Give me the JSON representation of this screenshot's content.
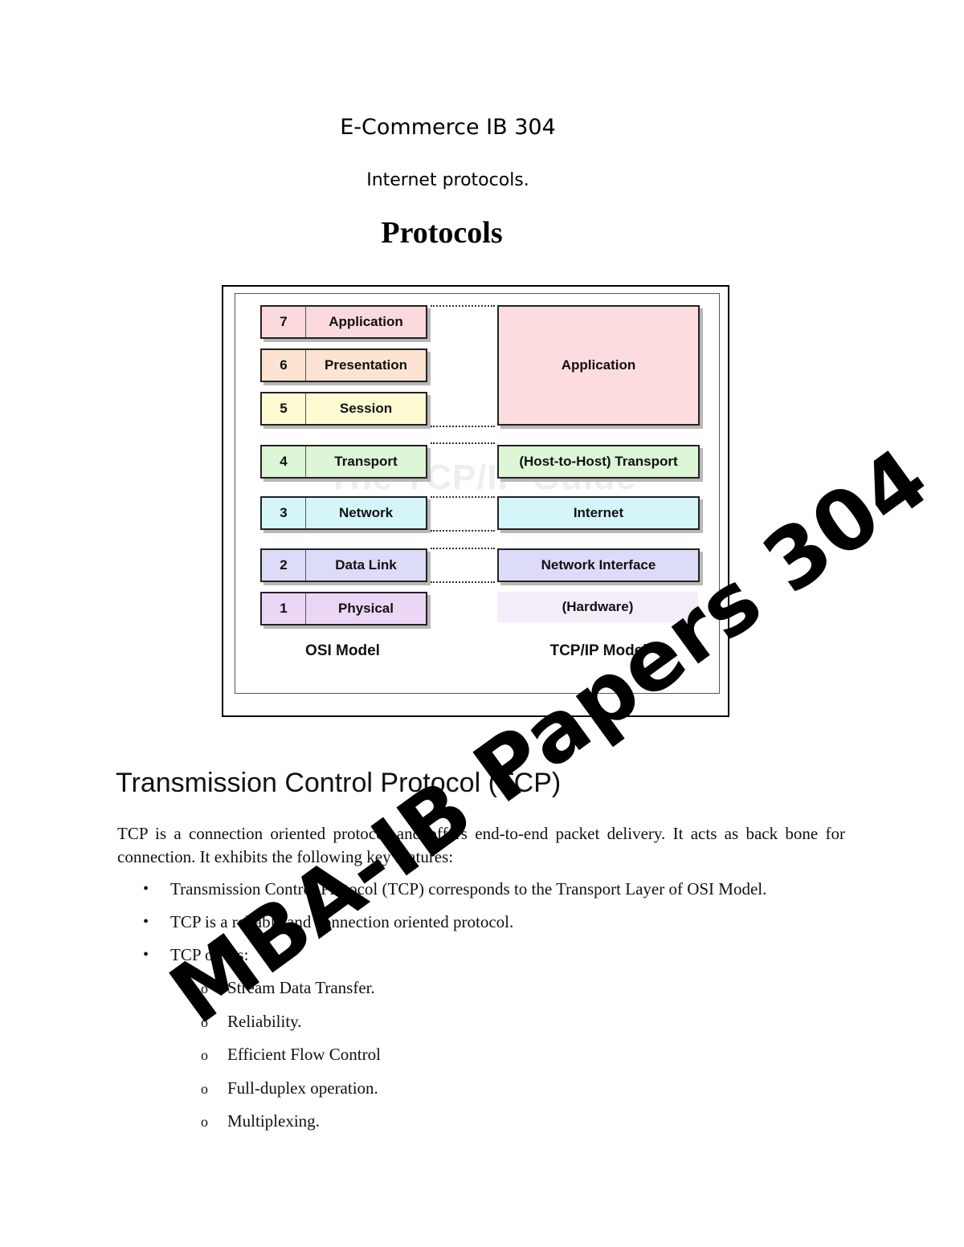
{
  "document": {
    "course_title": "E-Commerce IB 304",
    "subtitle": "Internet protocols.",
    "heading": "Protocols"
  },
  "figure": {
    "osi_layers": [
      {
        "num": "7",
        "name": "Application",
        "color": "#fbd9dd"
      },
      {
        "num": "6",
        "name": "Presentation",
        "color": "#fde4d2"
      },
      {
        "num": "5",
        "name": "Session",
        "color": "#fefad2"
      },
      {
        "num": "4",
        "name": "Transport",
        "color": "#dcf6d6"
      },
      {
        "num": "3",
        "name": "Network",
        "color": "#d5f6f9"
      },
      {
        "num": "2",
        "name": "Data Link",
        "color": "#dcdcf9"
      },
      {
        "num": "1",
        "name": "Physical",
        "color": "#ecd6f5"
      }
    ],
    "tcpip_layers": [
      {
        "name": "Application",
        "color": "#fcdcdf"
      },
      {
        "name": "(Host-to-Host) Transport",
        "color": "#dcf6d6"
      },
      {
        "name": "Internet",
        "color": "#d5f6f9"
      },
      {
        "name": "Network Interface",
        "color": "#dcdcf9"
      },
      {
        "name": "(Hardware)",
        "color": "#f4ecf8"
      }
    ],
    "osi_label": "OSI Model",
    "tcpip_label": "TCP/IP Model",
    "watermark": "The TCP/IP Guide"
  },
  "section": {
    "heading": "Transmission Control Protocol (TCP)",
    "paragraph": "TCP is a connection oriented protocol and offers end-to-end packet delivery. It acts as back bone for connection. It exhibits the following key features:",
    "bullets": [
      "Transmission Control Protocol (TCP) corresponds to the Transport Layer of OSI Model.",
      "TCP is a reliable and connection oriented protocol.",
      "TCP offers:"
    ],
    "sub_items": [
      "Stream Data Transfer.",
      "Reliability.",
      "Efficient Flow Control",
      "Full-duplex operation.",
      "Multiplexing."
    ]
  },
  "stamp": "MBA-IB Papers 304"
}
